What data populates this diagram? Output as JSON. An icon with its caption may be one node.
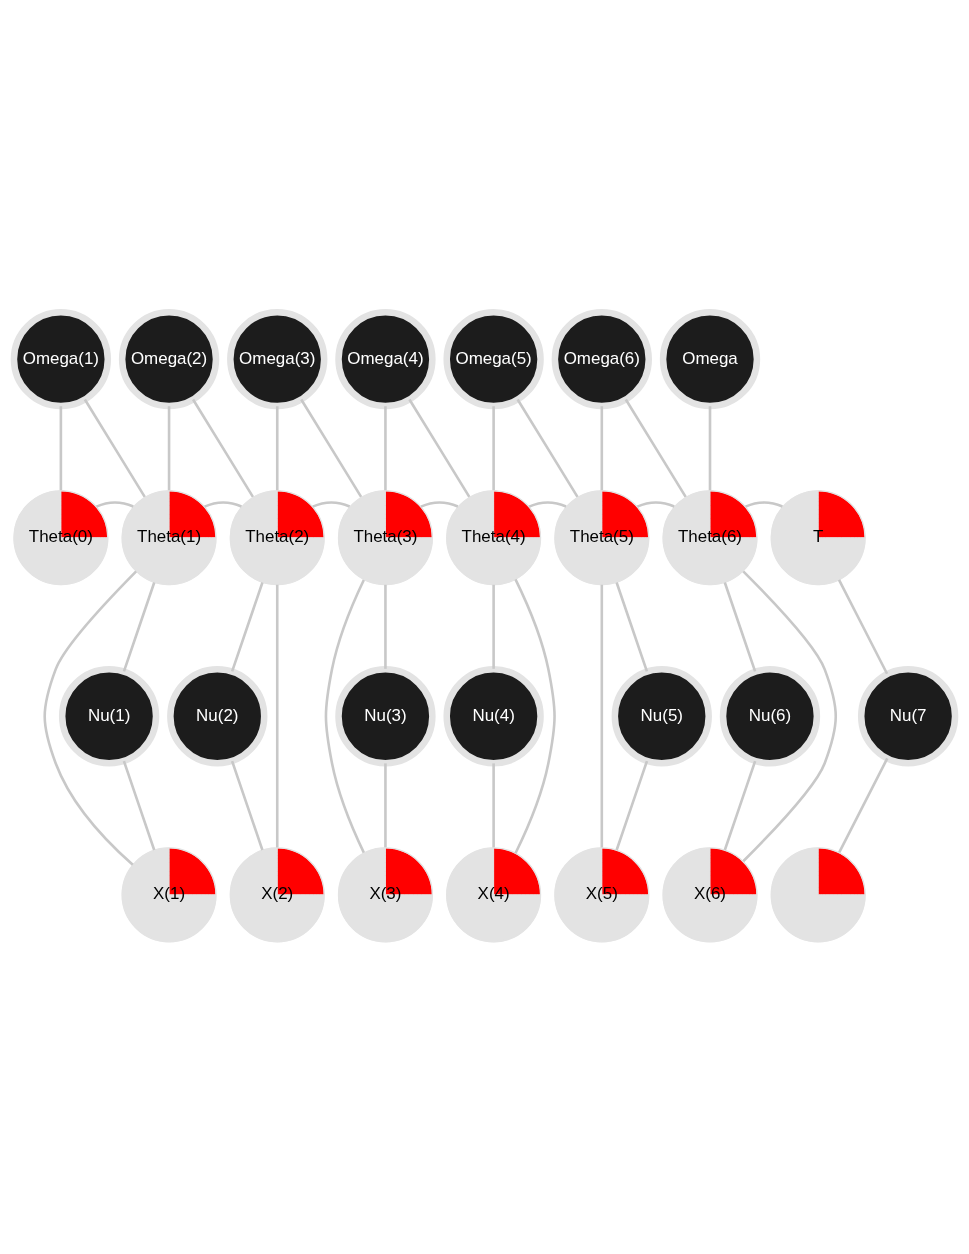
{
  "diagram": {
    "nodes": [
      {
        "text": [
          "Omega(1)"
        ]
      },
      {
        "text": [
          "Omega(2)"
        ]
      },
      {
        "text": [
          "Omega(3)"
        ]
      },
      {
        "text": [
          "Omega(4)"
        ]
      },
      {
        "text": [
          "Omega(5)"
        ]
      },
      {
        "text": [
          "Omega(6)"
        ]
      },
      {
        "text": [
          "Omega"
        ]
      },
      {
        "text": [
          "Theta(0)"
        ]
      },
      {
        "text": [
          "Theta(1)"
        ]
      },
      {
        "text": [
          "Theta(2)"
        ]
      },
      {
        "text": [
          "Theta(3)"
        ]
      },
      {
        "text": [
          "Theta(4)"
        ]
      },
      {
        "text": [
          "Theta(5)"
        ]
      },
      {
        "text": [
          "Theta(6)"
        ]
      },
      {
        "text": [
          "T"
        ]
      },
      {
        "text": [
          "Nu(1)"
        ]
      },
      {
        "text": [
          "Nu(2)"
        ]
      },
      {
        "text": [
          "Nu(3)"
        ]
      },
      {
        "text": [
          "Nu(4)"
        ]
      },
      {
        "text": [
          "Nu(5)"
        ]
      },
      {
        "text": [
          "Nu(6)"
        ]
      },
      {
        "text": [
          "Nu(7"
        ]
      },
      {
        "text": [
          "X(1)"
        ]
      },
      {
        "text": [
          "X(2)"
        ]
      },
      {
        "text": [
          "X(3)"
        ]
      },
      {
        "text": [
          "X(4)"
        ]
      },
      {
        "text": [
          "X(5)"
        ]
      },
      {
        "text": [
          "X(6)"
        ]
      },
      {
        "text": [],
        "shape": "circle"
      }
    ],
    "edges": [
      {
        "from": 0,
        "to": 7,
        "arrow": "none"
      },
      {
        "from": 0,
        "to": 8,
        "arrow": "none"
      },
      {
        "from": 1,
        "to": 8,
        "arrow": "none"
      },
      {
        "from": 1,
        "to": 9,
        "arrow": "none"
      },
      {
        "from": 2,
        "to": 9,
        "arrow": "none"
      },
      {
        "from": 2,
        "to": 10,
        "arrow": "none"
      },
      {
        "from": 3,
        "to": 10,
        "arrow": "none"
      },
      {
        "from": 3,
        "to": 11,
        "arrow": "none"
      },
      {
        "from": 4,
        "to": 11,
        "arrow": "none"
      },
      {
        "from": 4,
        "to": 12,
        "arrow": "none"
      },
      {
        "from": 5,
        "to": 12,
        "arrow": "none"
      },
      {
        "from": 5,
        "to": 13,
        "arrow": "none"
      },
      {
        "from": 6,
        "to": 13,
        "arrow": "none"
      },
      {
        "from": 7,
        "to": 8,
        "arrow": "none"
      },
      {
        "from": 8,
        "to": 9,
        "arrow": "none"
      },
      {
        "from": 9,
        "to": 10,
        "arrow": "none"
      },
      {
        "from": 10,
        "to": 11,
        "arrow": "none"
      },
      {
        "from": 11,
        "to": 12,
        "arrow": "none"
      },
      {
        "from": 12,
        "to": 13,
        "arrow": "none"
      },
      {
        "from": 13,
        "to": 14,
        "arrow": "none"
      },
      {
        "from": 8,
        "to": 15,
        "arrow": "none"
      },
      {
        "from": 8,
        "to": 22,
        "arrow": "none"
      },
      {
        "from": 15,
        "to": 22,
        "arrow": "none"
      },
      {
        "from": 9,
        "to": 16,
        "arrow": "none"
      },
      {
        "from": 9,
        "to": 23,
        "arrow": "none"
      },
      {
        "from": 16,
        "to": 23,
        "arrow": "none"
      },
      {
        "from": 10,
        "to": 17,
        "arrow": "none"
      },
      {
        "from": 10,
        "to": 24,
        "arrow": "none"
      },
      {
        "from": 17,
        "to": 24,
        "arrow": "none"
      },
      {
        "from": 11,
        "to": 18,
        "arrow": "none"
      },
      {
        "from": 11,
        "to": 25,
        "arrow": "none"
      },
      {
        "from": 18,
        "to": 25,
        "arrow": "none"
      },
      {
        "from": 12,
        "to": 19,
        "arrow": "none"
      },
      {
        "from": 12,
        "to": 26,
        "arrow": "none"
      },
      {
        "from": 19,
        "to": 26,
        "arrow": "none"
      },
      {
        "from": 13,
        "to": 20,
        "arrow": "none"
      },
      {
        "from": 13,
        "to": 27,
        "arrow": "none"
      },
      {
        "from": 20,
        "to": 27,
        "arrow": "none"
      },
      {
        "from": 14,
        "to": 21,
        "arrow": "none"
      },
      {
        "from": 21,
        "to": 28,
        "arrow": "none"
      }
    ]
  }
}
